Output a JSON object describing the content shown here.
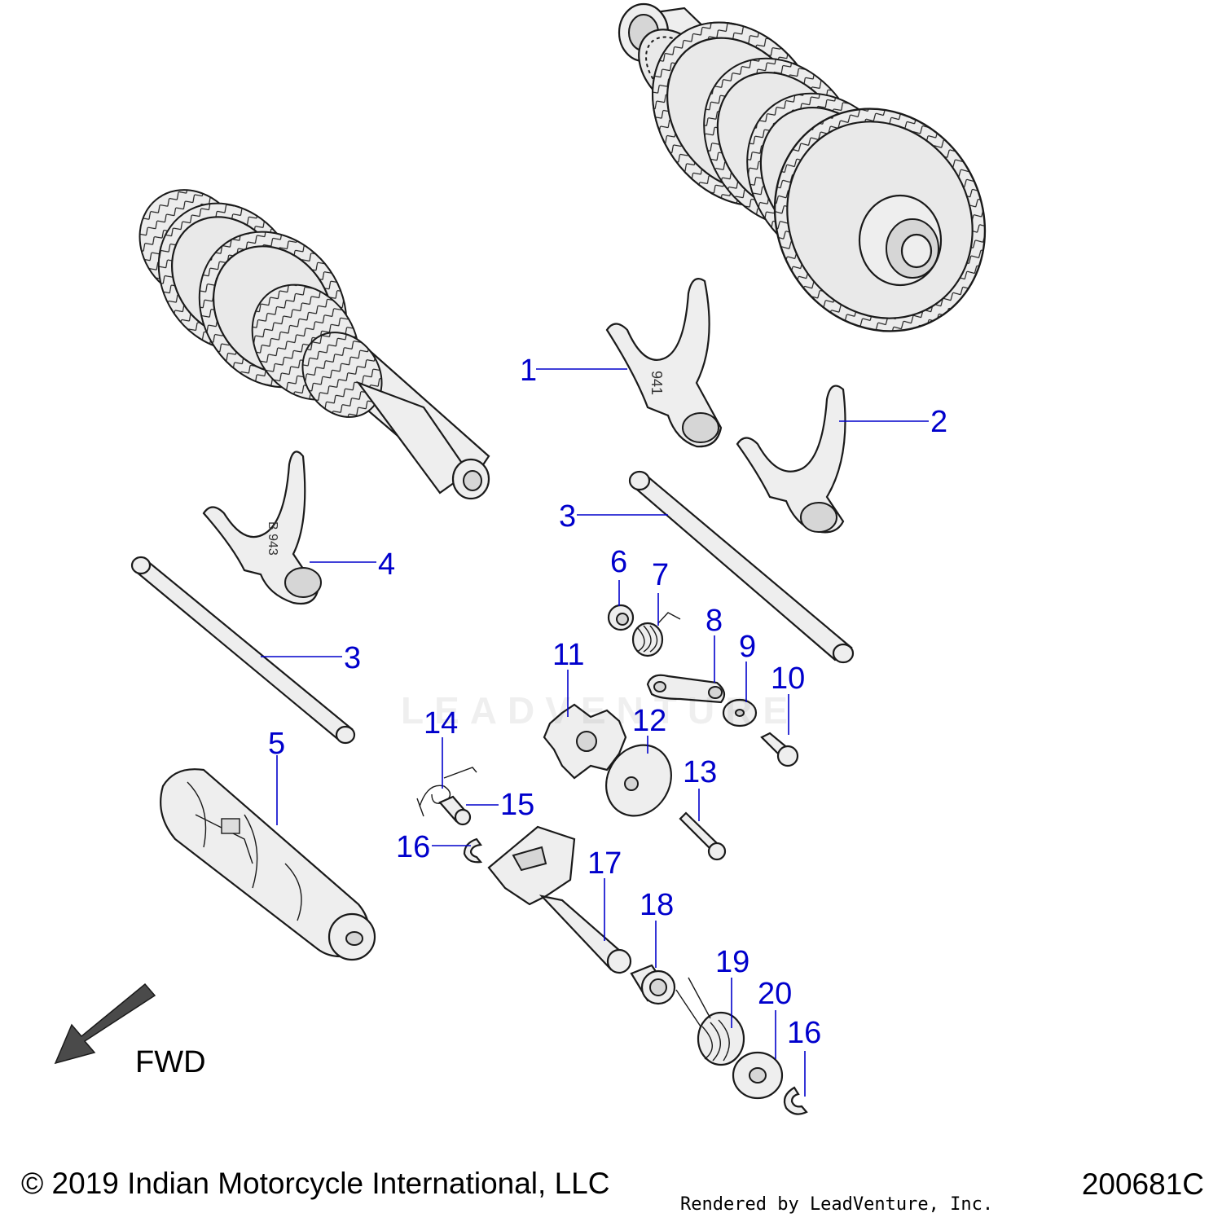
{
  "diagram": {
    "accent_color": "#0000cc",
    "watermark_text": "LEADVENTURE",
    "direction_label": "FWD",
    "callouts": [
      "1",
      "2",
      "3",
      "4",
      "3",
      "5",
      "6",
      "7",
      "8",
      "9",
      "10",
      "11",
      "12",
      "13",
      "14",
      "15",
      "16",
      "17",
      "18",
      "19",
      "20",
      "16"
    ],
    "part_markings": {
      "fork_1": "941",
      "fork_4": "B 943"
    }
  },
  "footer": {
    "copyright": "© 2019 Indian Motorcycle International, LLC",
    "rendered_by": "Rendered by LeadVenture, Inc.",
    "figure_number": "200681C"
  }
}
